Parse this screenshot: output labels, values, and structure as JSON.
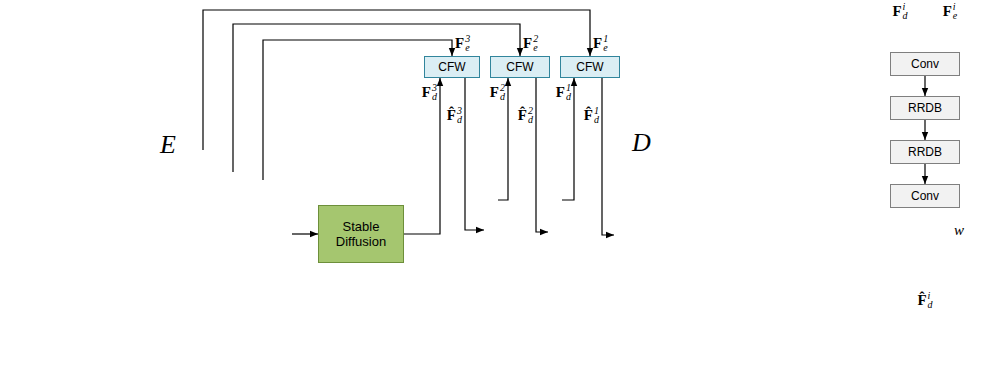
{
  "diagram": {
    "nodes": [
      {
        "text": [
          "E"
        ]
      },
      {
        "text": [
          "Stable Diffusion"
        ]
      },
      {
        "text": [
          "CFW"
        ]
      },
      {
        "text": [
          "CFW"
        ]
      },
      {
        "text": [
          "CFW"
        ]
      },
      {
        "text": [
          "D"
        ]
      },
      {
        "text": [
          "Conv"
        ]
      },
      {
        "text": [
          "RRDB"
        ]
      },
      {
        "text": [
          "RRDB"
        ]
      },
      {
        "text": [
          "Conv"
        ]
      }
    ],
    "edges": [
      {
        "from": 0,
        "to": 1,
        "arrow": "to"
      },
      {
        "from": 0,
        "to": 4,
        "arrow": "to",
        "label": "Fe1"
      },
      {
        "from": 0,
        "to": 3,
        "arrow": "to",
        "label": "Fe2"
      },
      {
        "from": 0,
        "to": 2,
        "arrow": "to",
        "label": "Fe3"
      },
      {
        "from": 1,
        "to": 2,
        "arrow": "to",
        "label": "Fd3"
      },
      {
        "from": 2,
        "to": 5,
        "arrow": "to",
        "label": "F̂d3"
      },
      {
        "from": 5,
        "to": 3,
        "arrow": "to",
        "label": "Fd2"
      },
      {
        "from": 3,
        "to": 5,
        "arrow": "to",
        "label": "F̂d2"
      },
      {
        "from": 5,
        "to": 4,
        "arrow": "to",
        "label": "Fd1"
      },
      {
        "from": 4,
        "to": 5,
        "arrow": "to",
        "label": "F̂d1"
      },
      {
        "from": 6,
        "to": 7,
        "arrow": "to"
      },
      {
        "from": 7,
        "to": 8,
        "arrow": "to"
      },
      {
        "from": 8,
        "to": 9,
        "arrow": "to"
      }
    ],
    "labels": [
      "Fdi",
      "Fei",
      "w",
      "F̂di"
    ]
  }
}
